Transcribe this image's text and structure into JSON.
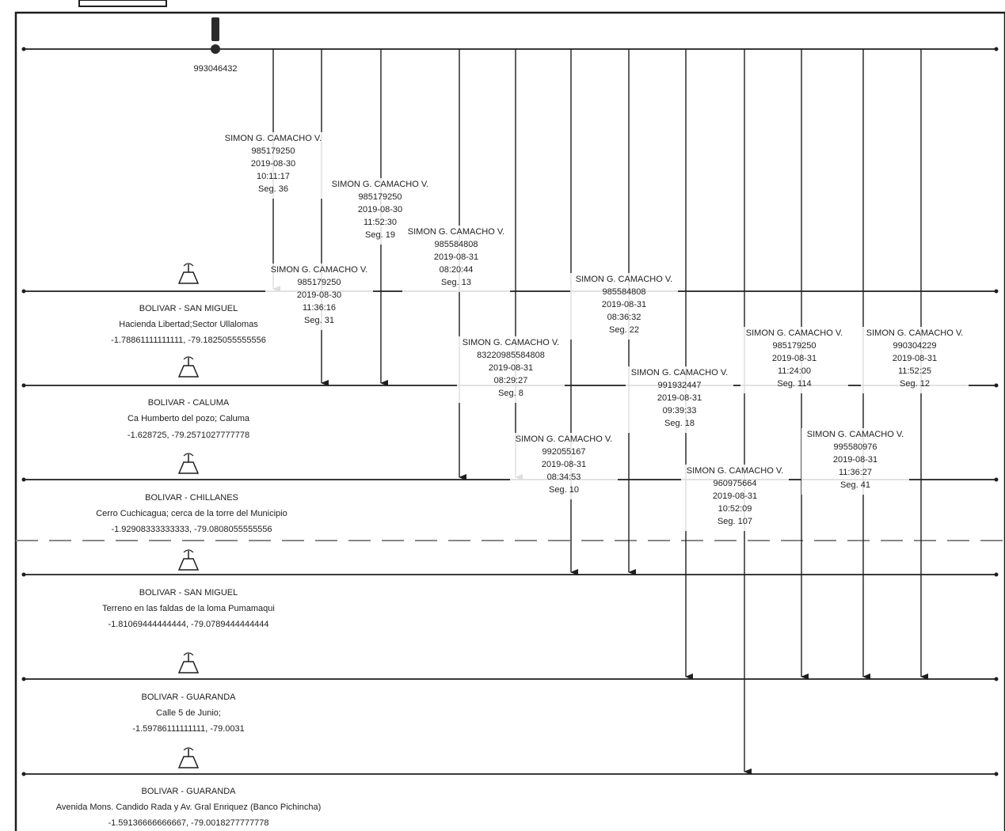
{
  "top_device": {
    "id": "993046432"
  },
  "sites": [
    {
      "province": "BOLIVAR - SAN MIGUEL",
      "place": "Hacienda Libertad;Sector Ullalomas",
      "coords": "-1.78861111111111, -79.1825055555556"
    },
    {
      "province": "BOLIVAR - CALUMA",
      "place": "Ca Humberto del pozo; Caluma",
      "coords": "-1.628725, -79.2571027777778"
    },
    {
      "province": "BOLIVAR - CHILLANES",
      "place": "Cerro Cuchicagua; cerca de la torre del Municipio",
      "coords": "-1.92908333333333, -79.0808055555556"
    },
    {
      "province": "BOLIVAR - SAN MIGUEL",
      "place": "Terreno en las faldas de la loma Pumamaqui",
      "coords": "-1.81069444444444, -79.0789444444444"
    },
    {
      "province": "BOLIVAR - GUARANDA",
      "place": "Calle 5 de Junio;",
      "coords": "-1.59786111111111, -79.0031"
    },
    {
      "province": "BOLIVAR - GUARANDA",
      "place": "Avenida Mons. Candido Rada y Av. Gral Enriquez (Banco Pichincha)",
      "coords": "-1.59136666666667, -79.0018277777778"
    }
  ],
  "calls": [
    {
      "name": "SIMON G. CAMACHO V.",
      "number": "985179250",
      "date": "2019-08-30",
      "time": "10:11:17",
      "dur": "Seg. 36"
    },
    {
      "name": "SIMON G. CAMACHO V.",
      "number": "985179250",
      "date": "2019-08-30",
      "time": "11:36:16",
      "dur": "Seg. 31"
    },
    {
      "name": "SIMON G. CAMACHO V.",
      "number": "985179250",
      "date": "2019-08-30",
      "time": "11:52:30",
      "dur": "Seg. 19"
    },
    {
      "name": "SIMON G. CAMACHO V.",
      "number": "985584808",
      "date": "2019-08-31",
      "time": "08:20:44",
      "dur": "Seg. 13"
    },
    {
      "name": "SIMON G. CAMACHO V.",
      "number": "83220985584808",
      "date": "2019-08-31",
      "time": "08:29:27",
      "dur": "Seg. 8"
    },
    {
      "name": "SIMON G. CAMACHO V.",
      "number": "992055167",
      "date": "2019-08-31",
      "time": "08:34:53",
      "dur": "Seg. 10"
    },
    {
      "name": "SIMON G. CAMACHO V.",
      "number": "985584808",
      "date": "2019-08-31",
      "time": "08:36:32",
      "dur": "Seg. 22"
    },
    {
      "name": "SIMON G. CAMACHO V.",
      "number": "991932447",
      "date": "2019-08-31",
      "time": "09:39:33",
      "dur": "Seg. 18"
    },
    {
      "name": "SIMON G. CAMACHO V.",
      "number": "960975664",
      "date": "2019-08-31",
      "time": "10:52:09",
      "dur": "Seg. 107"
    },
    {
      "name": "SIMON G. CAMACHO V.",
      "number": "985179250",
      "date": "2019-08-31",
      "time": "11:24:00",
      "dur": "Seg. 114"
    },
    {
      "name": "SIMON G. CAMACHO V.",
      "number": "995580976",
      "date": "2019-08-31",
      "time": "11:36:27",
      "dur": "Seg. 41"
    },
    {
      "name": "SIMON G. CAMACHO V.",
      "number": "990304229",
      "date": "2019-08-31",
      "time": "11:52:25",
      "dur": "Seg. 12"
    }
  ]
}
